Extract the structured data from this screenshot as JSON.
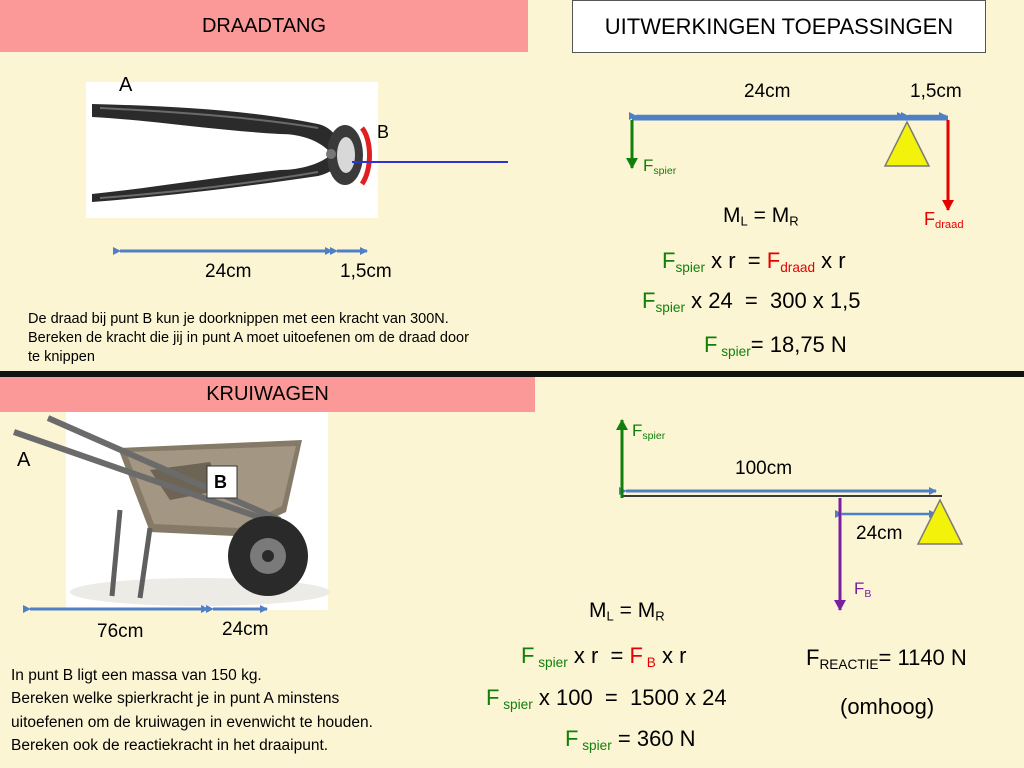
{
  "top": {
    "section_title": "DRAADTANG",
    "header_box": "UITWERKINGEN TOEPASSINGEN",
    "labels": {
      "a": "A",
      "b": "B",
      "dist_long": "24cm",
      "dist_short": "1,5cm"
    },
    "problem_lines": [
      "De draad bij punt B kun je doorknippen met een kracht van 300N.",
      "Bereken de kracht die jij in punt A moet uitoefenen om de draad door",
      "te knippen"
    ],
    "diagram": {
      "dist_long": "24cm",
      "dist_short": "1,5cm",
      "f_spier": {
        "main": "F",
        "sub": "spier"
      },
      "f_draad": {
        "main": "F",
        "sub": "draad"
      }
    },
    "equations": {
      "moment": {
        "m1": "M",
        "s1": "L",
        "eq": " = ",
        "m2": "M",
        "s2": "R"
      },
      "line1": {
        "f1": "F",
        "s1": "spier",
        "t1": " x r  = ",
        "f2": "F",
        "s2": "draad",
        "t2": " x r"
      },
      "line2": {
        "f1": "F",
        "s1": "spier",
        "t1": " x 24  =  300 x 1,5"
      },
      "line3": {
        "f1": "F",
        "s1": " spier",
        "t1": "= 18,75 N"
      }
    }
  },
  "bottom": {
    "section_title": "KRUIWAGEN",
    "labels": {
      "a": "A",
      "b": "B",
      "dist_long": "76cm",
      "dist_short": "24cm"
    },
    "problem_lines": [
      "In punt B ligt een massa van 150 kg.",
      "Bereken welke spierkracht je in punt A minstens",
      "uitoefenen om de kruiwagen in evenwicht te houden.",
      "Bereken ook de reactiekracht in het draaipunt."
    ],
    "diagram": {
      "dist_long": "100cm",
      "dist_short": "24cm",
      "f_spier": {
        "main": "F",
        "sub": "spier"
      },
      "f_b": {
        "main": "F",
        "sub": "B"
      }
    },
    "equations": {
      "moment": {
        "m1": "M",
        "s1": "L",
        "eq": " = ",
        "m2": "M",
        "s2": "R"
      },
      "line1": {
        "f1": "F",
        "s1": " spier",
        "t1": " x r  = ",
        "f2": "F",
        "s2": " B",
        "t2": " x r"
      },
      "line2": {
        "f1": "F",
        "s1": " spier",
        "t1": " x 100  =  1500 x 24"
      },
      "line3": {
        "f1": "F",
        "s1": " spier",
        "t1": " = 360 N"
      }
    },
    "reaction": {
      "main": "F",
      "sub": "REACTIE",
      "value": "= 1140 N",
      "direction": "(omhoog)"
    }
  },
  "colors": {
    "background": "#fcf5d4",
    "section_bar": "#fb9898",
    "arrow_blue": "#4f7fc4",
    "force_green": "#11800a",
    "force_red": "#e60000",
    "force_purple": "#7a1fa0",
    "pivot_yellow": "#f2f20a"
  }
}
